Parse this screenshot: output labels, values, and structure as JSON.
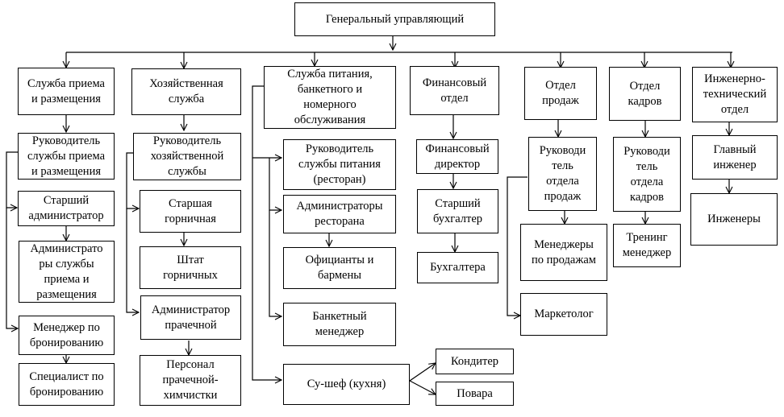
{
  "title": "Организационная структура гостиницы",
  "nodes": {
    "gm": "Генеральный управляющий",
    "reception": "Служба приема\nи размещения",
    "reception_head": "Руководитель\nслужбы приема\nи размещения",
    "senior_admin": "Старший\nадминистратор",
    "reception_admins": "Администрато\nры службы\nприема и\nразмещения",
    "booking_manager": "Менеджер по\nбронированию",
    "booking_specialist": "Специалист по\nбронированию",
    "housekeeping": "Хозяйственная\nслужба",
    "housekeeping_head": "Руководитель\nхозяйственной\nслужбы",
    "senior_maid": "Старшая\nгорничная",
    "maid_staff": "Штат\nгорничных",
    "laundry_admin": "Администратор\nпрачечной",
    "laundry_staff": "Персонал\nпрачечной-\nхимчистки",
    "food_service": "Служба питания,\nбанкетного и\nномерного\nобслуживания",
    "food_head": "Руководитель\nслужбы питания\n(ресторан)",
    "restaurant_admins": "Администраторы\nресторана",
    "waiters": "Официанты и\nбармены",
    "banquet_manager": "Банкетный\nменеджер",
    "sous_chef": "Су-шеф (кухня)",
    "confectioner": "Кондитер",
    "cooks": "Повара",
    "finance": "Финансовый\nотдел",
    "cfo": "Финансовый\nдиректор",
    "chief_accountant": "Старший\nбухгалтер",
    "accountants": "Бухгалтера",
    "sales": "Отдел\nпродаж",
    "sales_head": "Руководи\nтель\nотдела\nпродаж",
    "sales_managers": "Менеджеры\nпо продажам",
    "marketer": "Маркетолог",
    "hr": "Отдел\nкадров",
    "hr_head": "Руководи\nтель\nотдела\nкадров",
    "training_manager": "Тренинг\nменеджер",
    "engineering": "Инженерно-\nтехнический\nотдел",
    "chief_engineer": "Главный\nинженер",
    "engineers": "Инженеры"
  },
  "edges": [
    [
      "gm",
      "reception"
    ],
    [
      "gm",
      "housekeeping"
    ],
    [
      "gm",
      "food_service"
    ],
    [
      "gm",
      "finance"
    ],
    [
      "gm",
      "sales"
    ],
    [
      "gm",
      "hr"
    ],
    [
      "gm",
      "engineering"
    ],
    [
      "reception",
      "reception_head"
    ],
    [
      "reception_head",
      "senior_admin"
    ],
    [
      "senior_admin",
      "reception_admins"
    ],
    [
      "reception_head",
      "booking_manager"
    ],
    [
      "booking_manager",
      "booking_specialist"
    ],
    [
      "housekeeping",
      "housekeeping_head"
    ],
    [
      "housekeeping_head",
      "senior_maid"
    ],
    [
      "senior_maid",
      "maid_staff"
    ],
    [
      "housekeeping_head",
      "laundry_admin"
    ],
    [
      "laundry_admin",
      "laundry_staff"
    ],
    [
      "food_service",
      "food_head"
    ],
    [
      "food_service",
      "restaurant_admins"
    ],
    [
      "restaurant_admins",
      "waiters"
    ],
    [
      "food_service",
      "banquet_manager"
    ],
    [
      "food_service",
      "sous_chef"
    ],
    [
      "sous_chef",
      "confectioner"
    ],
    [
      "sous_chef",
      "cooks"
    ],
    [
      "finance",
      "cfo"
    ],
    [
      "cfo",
      "chief_accountant"
    ],
    [
      "chief_accountant",
      "accountants"
    ],
    [
      "sales",
      "sales_head"
    ],
    [
      "sales_head",
      "sales_managers"
    ],
    [
      "sales_head",
      "marketer"
    ],
    [
      "hr",
      "hr_head"
    ],
    [
      "hr_head",
      "training_manager"
    ],
    [
      "engineering",
      "chief_engineer"
    ],
    [
      "chief_engineer",
      "engineers"
    ]
  ]
}
